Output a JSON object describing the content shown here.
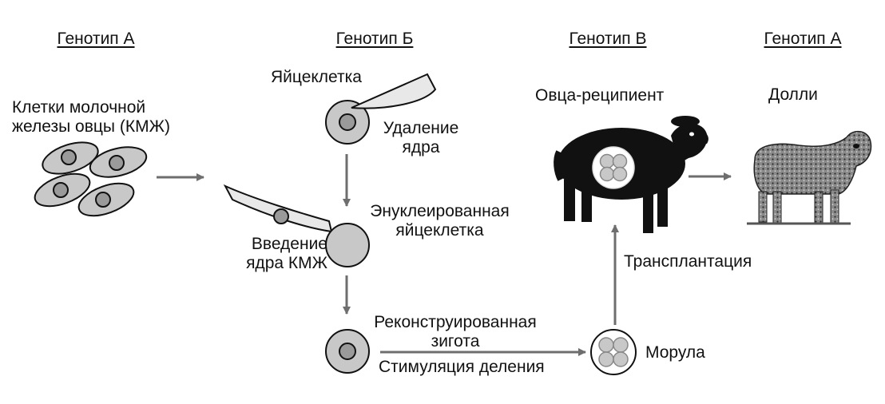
{
  "headers": [
    "Генотип А",
    "Генотип Б",
    "Генотип В",
    "Генотип А"
  ],
  "labels": {
    "kmzh": "Клетки молочной\nжелезы овцы (КМЖ)",
    "egg": "Яйцеклетка",
    "nucleus_removal": "Удаление\nядра",
    "enucleated": "Энуклеированная\nяйцеклетка",
    "injection": "Введение\nядра КМЖ",
    "reconstructed": "Реконструированная\nзигота",
    "stimulation": "Стимуляция деления",
    "morula": "Морула",
    "transplant": "Трансплантация",
    "recipient": "Овца-реципиент",
    "dolly": "Долли"
  },
  "colors": {
    "cell_fill": "#c8c8c8",
    "nucleus_fill": "#9a9a9a",
    "arrow": "#6e6e6e",
    "sheep_dark": "#111111",
    "dolly_fill": "#6a6a6a"
  }
}
